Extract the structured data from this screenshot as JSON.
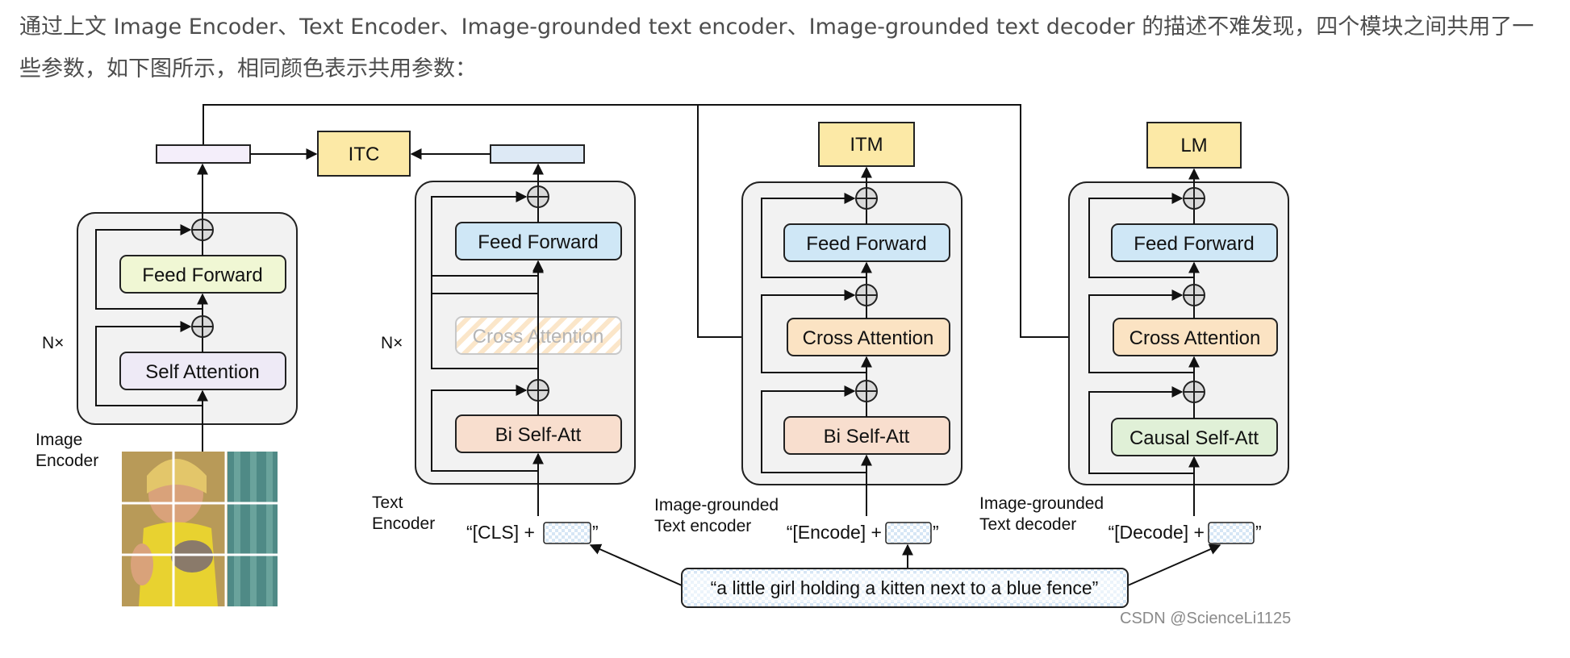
{
  "intro_text": "通过上文 Image Encoder、Text Encoder、Image-grounded text encoder、Image-grounded text decoder 的描述不难发现，四个模块之间共用了一些参数，如下图所示，相同颜色表示共用参数：",
  "diagram": {
    "itc": "ITC",
    "itm": "ITM",
    "lm": "LM",
    "nx": "N×",
    "image_encoder": {
      "caption_line1": "Image",
      "caption_line2": "Encoder",
      "feed_forward": "Feed Forward",
      "self_attention": "Self Attention"
    },
    "text_encoder": {
      "caption_line1": "Text",
      "caption_line2": "Encoder",
      "feed_forward": "Feed Forward",
      "cross_attention": "Cross Attention",
      "self_att": "Bi Self-Att",
      "input_prefix": "“[CLS] +",
      "input_suffix": "”"
    },
    "grounded_encoder": {
      "caption_line1": "Image-grounded",
      "caption_line2": "Text encoder",
      "feed_forward": "Feed Forward",
      "cross_attention": "Cross Attention",
      "self_att": "Bi Self-Att",
      "input_prefix": "“[Encode] +",
      "input_suffix": "”"
    },
    "grounded_decoder": {
      "caption_line1": "Image-grounded",
      "caption_line2": "Text decoder",
      "feed_forward": "Feed Forward",
      "cross_attention": "Cross Attention",
      "self_att": "Causal Self-Att",
      "input_prefix": "“[Decode] +",
      "input_suffix": "”"
    },
    "caption": "“a little girl holding a kitten next to a blue fence”",
    "watermark": "CSDN @ScienceLi1125"
  },
  "colors": {
    "image_ff": "#f0f7d4",
    "image_sa": "#eeeaf6",
    "feed_forward": "#cfe7f6",
    "bi_self_att": "#f8dece",
    "cross_attention": "#fbe3c3",
    "causal_self_att": "#e0f0d7",
    "head": "#fce9a6",
    "module_bg": "#f2f2f2"
  }
}
